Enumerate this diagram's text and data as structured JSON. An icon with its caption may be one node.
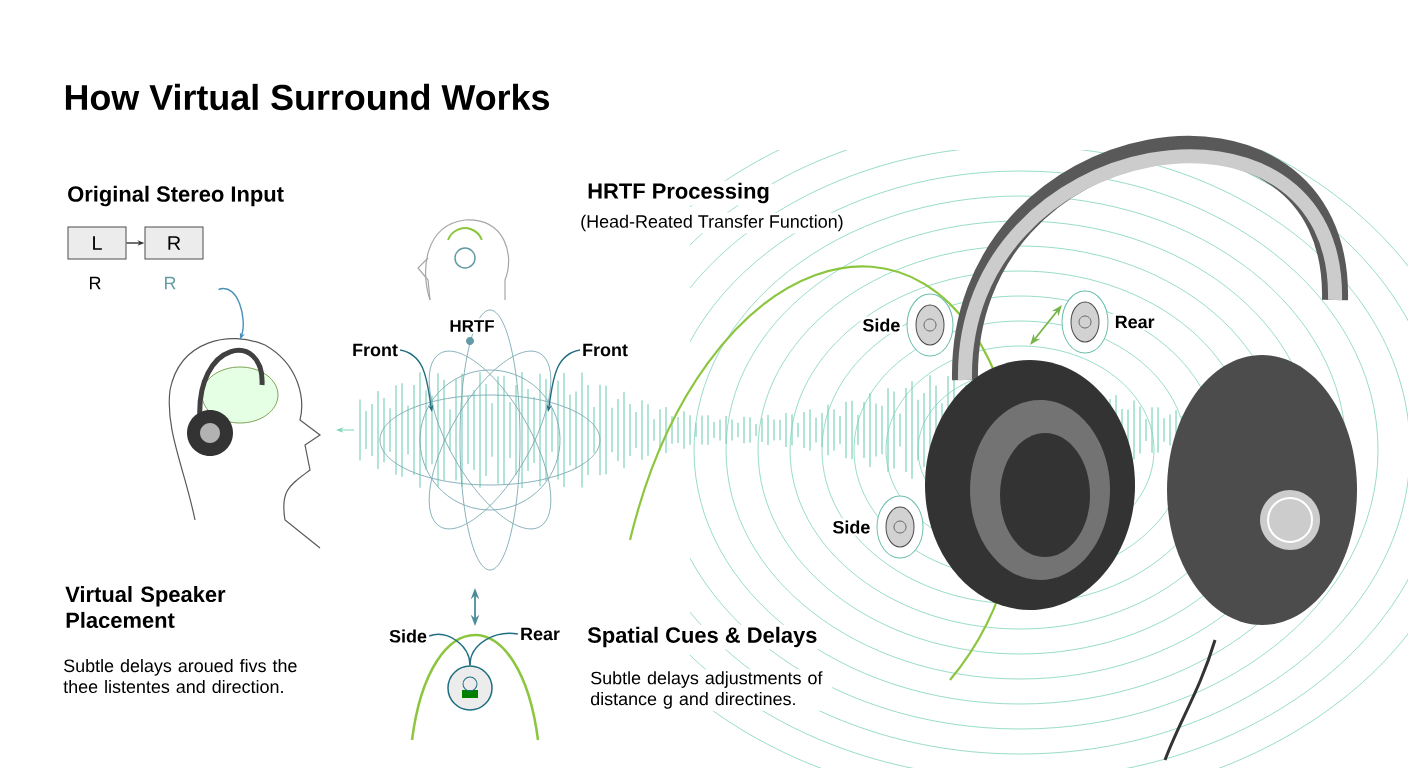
{
  "diagram": {
    "title": "How Virtual Surround Works",
    "nodes": [
      {
        "text": [
          "L"
        ]
      },
      {
        "text": [
          "R"
        ]
      },
      {
        "text": [],
        "shape": "picture"
      },
      {
        "text": [
          "Front"
        ]
      },
      {
        "text": [
          "Front"
        ]
      },
      {
        "text": [],
        "shape": "ellipse",
        "beside": [
          "Side"
        ]
      },
      {
        "text": [],
        "shape": "ellipse",
        "beside": [
          "Rear"
        ]
      },
      {
        "text": [],
        "shape": "ellipse",
        "beside": [
          "Side"
        ]
      },
      {
        "text": [
          "Side"
        ]
      },
      {
        "text": [
          "Rear"
        ]
      },
      {
        "text": [],
        "shape": "circle"
      }
    ],
    "edges": [
      {
        "from": 0,
        "to": 1,
        "arrow": "to",
        "color": "#333333"
      },
      {
        "from": 1,
        "to": 2,
        "arrow": "to",
        "color": "#4a90b8"
      },
      {
        "from": 3,
        "to": null,
        "arrow": "to"
      },
      {
        "from": 4,
        "to": null,
        "arrow": "to"
      },
      {
        "from": 8,
        "to": 10,
        "arrow": "none"
      },
      {
        "from": 9,
        "to": 10,
        "arrow": "none"
      }
    ],
    "labels": [
      "Original Stereo Input",
      "R",
      "R",
      "HRTF Processing",
      "(Head-Reated Transfer Function)",
      "HRTF",
      "Virtual Speaker Placement",
      "Subtle delays aroued fivs the thee listentes and direction.",
      "Spatial Cues & Delays",
      "Subtle delays adjustments of distance g and directines."
    ]
  }
}
